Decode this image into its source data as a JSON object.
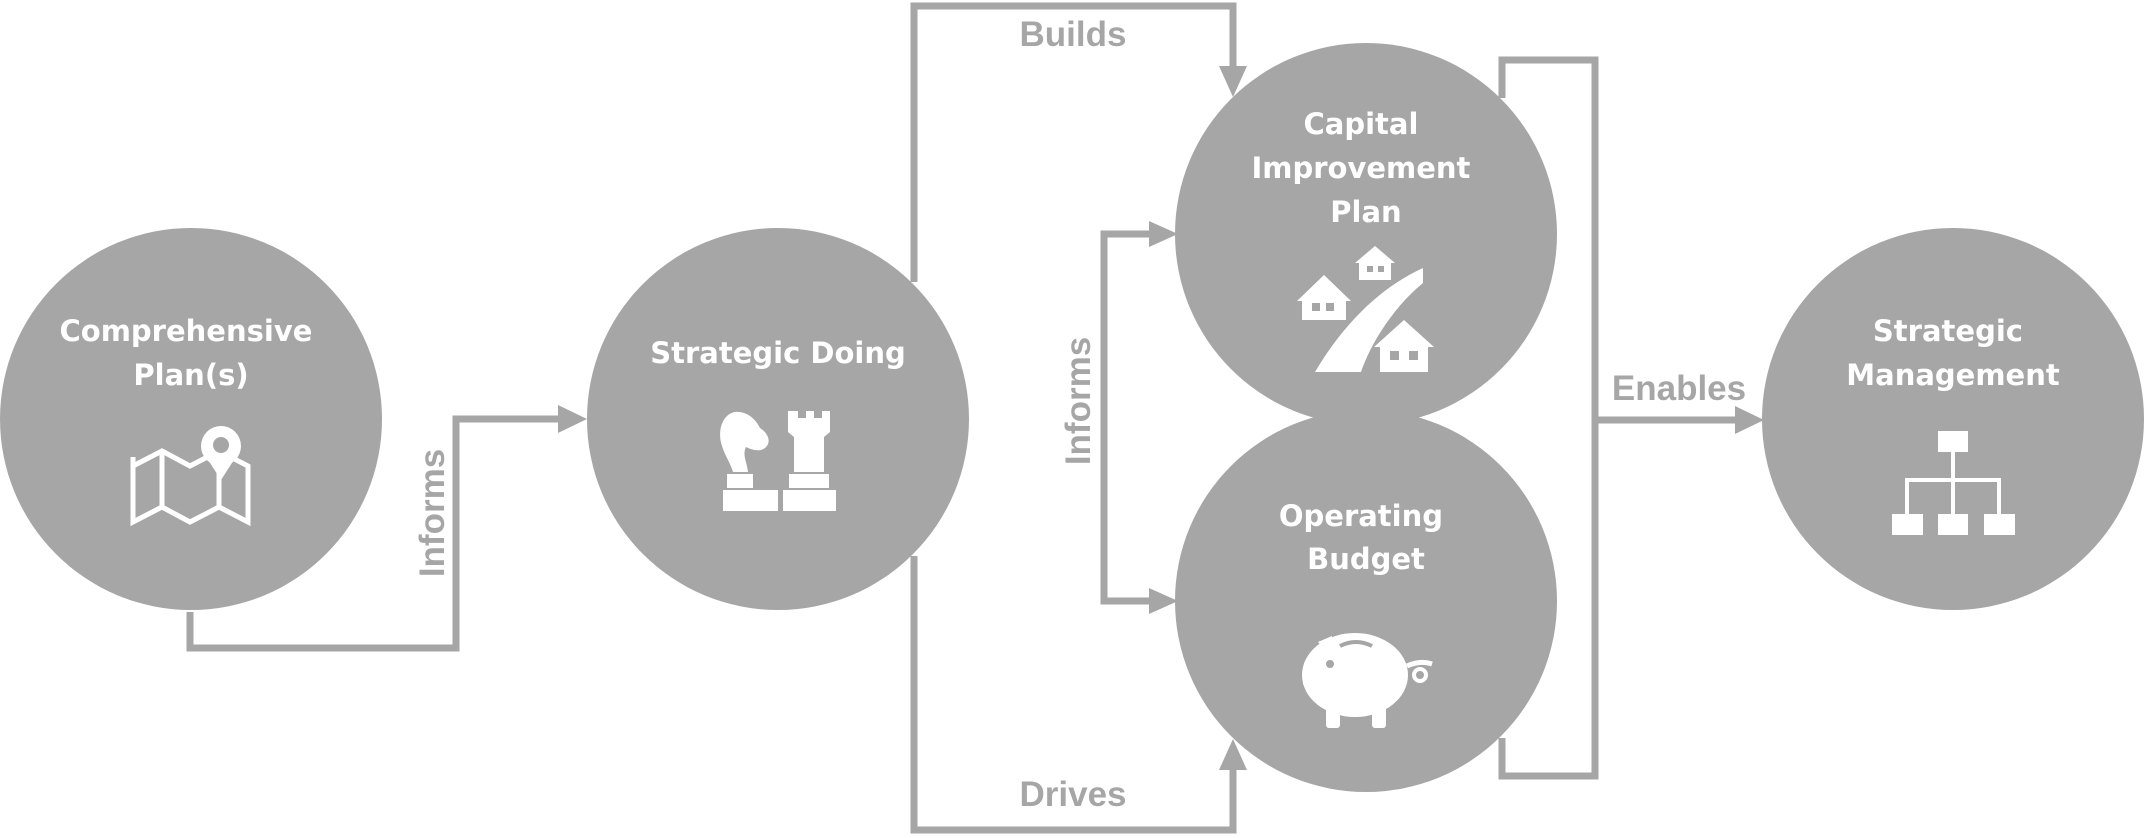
{
  "colors": {
    "node": "#a6a6a6",
    "connector": "#a6a6a6",
    "node_text": "#ffffff",
    "background": "#ffffff"
  },
  "nodes": {
    "comprehensive_plan": {
      "title_lines": [
        "Comprehensive",
        "Plan(s)"
      ],
      "icon": "map-pin-icon"
    },
    "strategic_doing": {
      "title_lines": [
        "Strategic Doing"
      ],
      "icon": "chess-pieces-icon"
    },
    "capital_improvement_plan": {
      "title_lines": [
        "Capital",
        "Improvement",
        "Plan"
      ],
      "icon": "houses-road-icon"
    },
    "operating_budget": {
      "title_lines": [
        "Operating",
        "Budget"
      ],
      "icon": "piggy-bank-icon"
    },
    "strategic_management": {
      "title_lines": [
        "Strategic",
        "Management"
      ],
      "icon": "org-chart-icon"
    }
  },
  "edges": {
    "informs_1": {
      "label": "Informs",
      "from": "Comprehensive Plan(s)",
      "to": "Strategic Doing"
    },
    "builds": {
      "label": "Builds",
      "from": "Strategic Doing",
      "to": "Capital Improvement Plan"
    },
    "drives": {
      "label": "Drives",
      "from": "Strategic Doing",
      "to": "Operating Budget"
    },
    "informs_2": {
      "label": "Informs",
      "from": "Capital Improvement Plan",
      "to": "Operating Budget"
    },
    "enables": {
      "label": "Enables",
      "from": "Capital Improvement Plan / Operating Budget",
      "to": "Strategic Management"
    }
  }
}
